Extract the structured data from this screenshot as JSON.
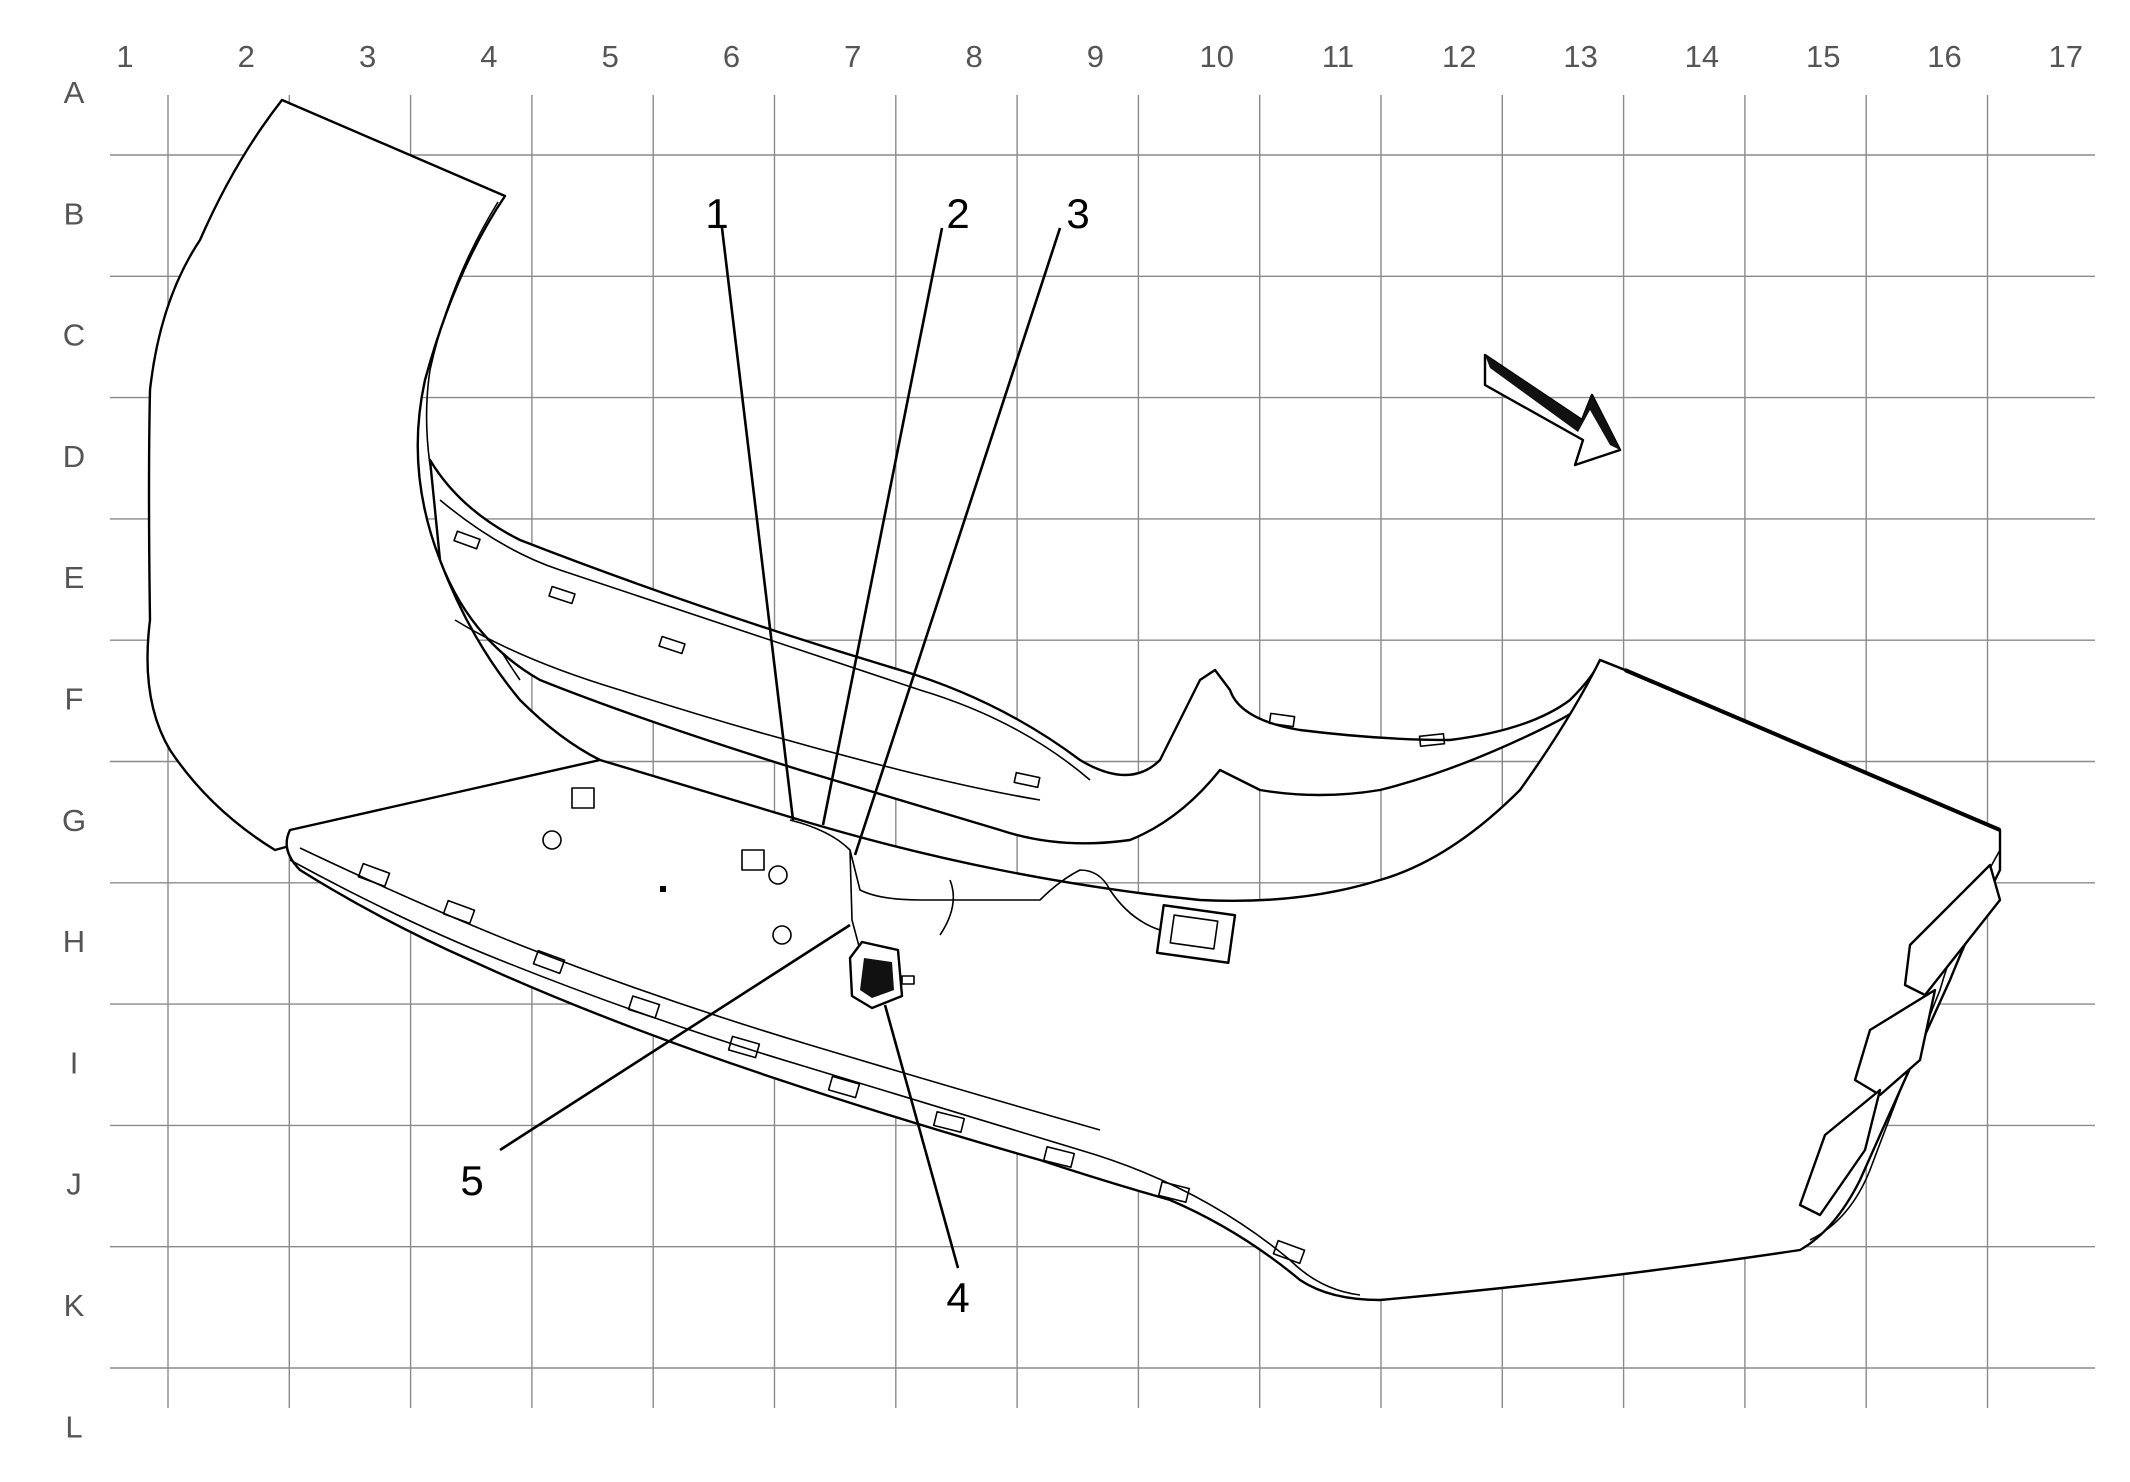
{
  "grid": {
    "columns": [
      "1",
      "2",
      "3",
      "4",
      "5",
      "6",
      "7",
      "8",
      "9",
      "10",
      "11",
      "12",
      "13",
      "14",
      "15",
      "16",
      "17"
    ],
    "rows": [
      "A",
      "B",
      "C",
      "D",
      "E",
      "F",
      "G",
      "H",
      "I",
      "J",
      "K",
      "L"
    ]
  },
  "callouts": [
    {
      "label": "1"
    },
    {
      "label": "2"
    },
    {
      "label": "3"
    },
    {
      "label": "4"
    },
    {
      "label": "5"
    }
  ],
  "icons": {
    "direction_arrow": "front-direction-arrow-icon"
  },
  "colors": {
    "line": "#000000",
    "grid": "#8a8a8a",
    "grid_label": "#555555",
    "background": "#ffffff"
  }
}
